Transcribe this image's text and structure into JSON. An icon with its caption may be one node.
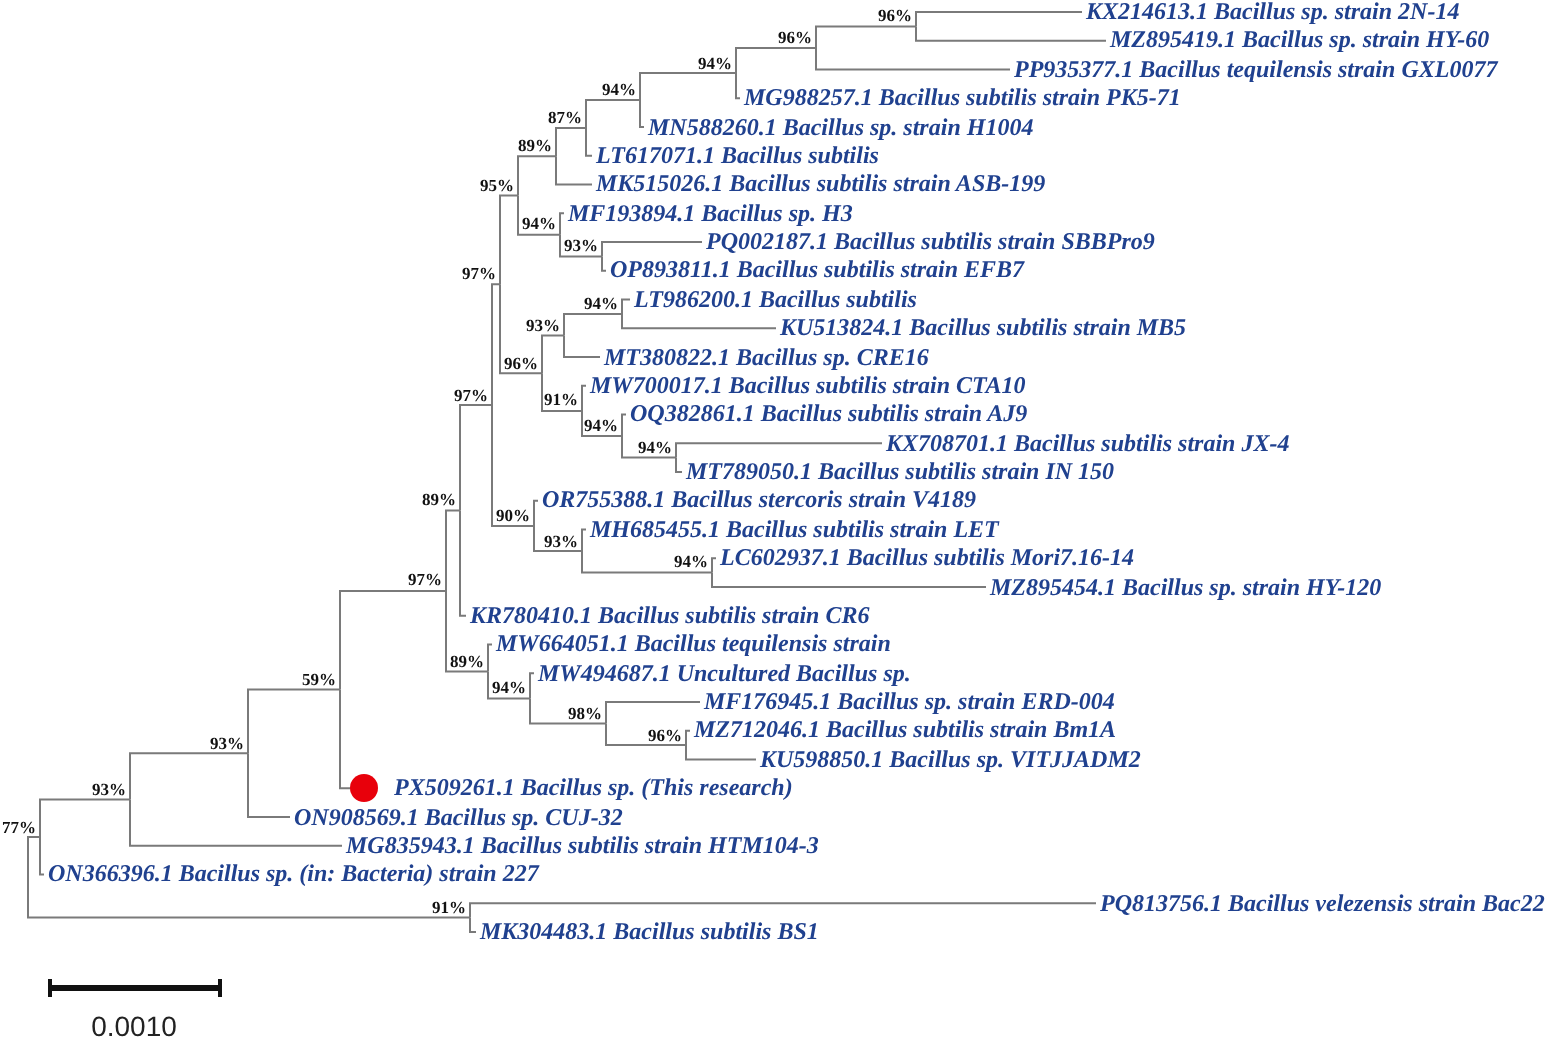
{
  "diagram": {
    "nodes": [
      {
        "text": [
          "96%"
        ]
      },
      {
        "text": [
          "KX214613.1 Bacillus sp. strain 2N-14"
        ]
      },
      {
        "text": [
          "96%"
        ]
      },
      {
        "text": [
          "MZ895419.1 Bacillus sp. strain HY-60"
        ]
      },
      {
        "text": [
          "94%"
        ]
      },
      {
        "text": [
          "PP935377.1 Bacillus tequilensis strain GXL0077"
        ]
      },
      {
        "text": [
          "94%"
        ]
      },
      {
        "text": [
          "MG988257.1 Bacillus subtilis strain PK5-71"
        ]
      },
      {
        "text": [
          "87%"
        ]
      },
      {
        "text": [
          "MN588260.1 Bacillus sp. strain H1004"
        ]
      },
      {
        "text": [
          "89%"
        ]
      },
      {
        "text": [
          "LT617071.1 Bacillus subtilis"
        ]
      },
      {
        "text": [
          "95%"
        ]
      },
      {
        "text": [
          "MK515026.1 Bacillus subtilis strain ASB-199"
        ]
      },
      {
        "text": [
          "MF193894.1 Bacillus sp. H3"
        ]
      },
      {
        "text": [
          "94%"
        ]
      },
      {
        "text": [
          "93%"
        ]
      },
      {
        "text": [
          "PQ002187.1 Bacillus subtilis strain SBBPro9"
        ]
      },
      {
        "text": [
          "97%"
        ]
      },
      {
        "text": [
          "OP893811.1 Bacillus subtilis strain EFB7"
        ]
      },
      {
        "text": [
          "94%"
        ]
      },
      {
        "text": [
          "LT986200.1 Bacillus subtilis"
        ]
      },
      {
        "text": [
          "93%"
        ]
      },
      {
        "text": [
          "KU513824.1 Bacillus subtilis strain MB5"
        ]
      },
      {
        "text": [
          "MT380822.1 Bacillus sp. CRE16"
        ]
      },
      {
        "text": [
          "96%"
        ]
      },
      {
        "text": [
          "MW700017.1 Bacillus subtilis strain CTA10"
        ]
      },
      {
        "text": [
          "97%"
        ]
      },
      {
        "text": [
          "91%"
        ]
      },
      {
        "text": [
          "OQ382861.1 Bacillus subtilis strain AJ9"
        ]
      },
      {
        "text": [
          "94%"
        ]
      },
      {
        "text": [
          "KX708701.1 Bacillus subtilis strain JX-4"
        ]
      },
      {
        "text": [
          "94%"
        ]
      },
      {
        "text": [
          "MT789050.1 Bacillus subtilis strain IN 150"
        ]
      },
      {
        "text": [
          "OR755388.1 Bacillus stercoris strain V4189"
        ]
      },
      {
        "text": [
          "89%"
        ]
      },
      {
        "text": [
          "90%"
        ]
      },
      {
        "text": [
          "MH685455.1 Bacillus subtilis strain LET"
        ]
      },
      {
        "text": [
          "93%"
        ]
      },
      {
        "text": [
          "LC602937.1 Bacillus subtilis Mori7.16-14"
        ]
      },
      {
        "text": [
          "94%"
        ]
      },
      {
        "text": [
          "97%"
        ]
      },
      {
        "text": [
          "MZ895454.1 Bacillus sp. strain HY-120"
        ]
      },
      {
        "text": [
          "KR780410.1 Bacillus subtilis strain CR6"
        ]
      },
      {
        "text": [
          "MW664051.1 Bacillus tequilensis strain"
        ]
      },
      {
        "text": [
          "89%"
        ]
      },
      {
        "text": [
          "MW494687.1 Uncultured Bacillus sp."
        ]
      },
      {
        "text": [
          "59%"
        ]
      },
      {
        "text": [
          "94%"
        ]
      },
      {
        "text": [
          "MF176945.1 Bacillus sp. strain ERD-004"
        ]
      },
      {
        "text": [
          "98%"
        ]
      },
      {
        "text": [
          "MZ712046.1 Bacillus subtilis strain Bm1A"
        ]
      },
      {
        "text": [
          "96%"
        ]
      },
      {
        "text": [
          "93%"
        ]
      },
      {
        "text": [
          "KU598850.1 Bacillus sp. VITJJADM2"
        ]
      },
      {
        "text": [],
        "shape": "circle",
        "beside": [
          "PX509261.1 Bacillus sp. (This research)"
        ]
      },
      {
        "text": [
          "93%"
        ]
      },
      {
        "text": [
          "ON908569.1 Bacillus sp. CUJ-32"
        ]
      },
      {
        "text": [
          "77%"
        ]
      },
      {
        "text": [
          "MG835943.1 Bacillus subtilis strain HTM104-3"
        ]
      },
      {
        "text": [
          "ON366396.1 Bacillus sp. (in: Bacteria) strain 227"
        ]
      },
      {
        "text": [
          "91%"
        ]
      },
      {
        "text": [
          "PQ813756.1 Bacillus velezensis strain Bac22"
        ]
      },
      {
        "text": [
          "MK304483.1 Bacillus subtilis BS1"
        ]
      }
    ],
    "edges": [
      {
        "from": 0,
        "to": 1,
        "arrow": "none"
      },
      {
        "from": 0,
        "to": 3,
        "arrow": "none"
      },
      {
        "from": 2,
        "to": 0,
        "arrow": "none"
      },
      {
        "from": 2,
        "to": 5,
        "arrow": "none"
      },
      {
        "from": 4,
        "to": 2,
        "arrow": "none"
      },
      {
        "from": 4,
        "to": 7,
        "arrow": "none"
      },
      {
        "from": 6,
        "to": 4,
        "arrow": "none"
      },
      {
        "from": 6,
        "to": 9,
        "arrow": "none"
      },
      {
        "from": 8,
        "to": 6,
        "arrow": "none"
      },
      {
        "from": 8,
        "to": 11,
        "arrow": "none"
      },
      {
        "from": 10,
        "to": 8,
        "arrow": "none"
      },
      {
        "from": 10,
        "to": 13,
        "arrow": "none"
      },
      {
        "from": 12,
        "to": 10,
        "arrow": "none"
      },
      {
        "from": 12,
        "to": 15,
        "arrow": "none"
      },
      {
        "from": 15,
        "to": 14,
        "arrow": "none"
      },
      {
        "from": 15,
        "to": 16,
        "arrow": "none"
      },
      {
        "from": 16,
        "to": 17,
        "arrow": "none"
      },
      {
        "from": 16,
        "to": 19,
        "arrow": "none"
      },
      {
        "from": 18,
        "to": 12,
        "arrow": "none"
      },
      {
        "from": 18,
        "to": 25,
        "arrow": "none"
      },
      {
        "from": 20,
        "to": 21,
        "arrow": "none"
      },
      {
        "from": 20,
        "to": 23,
        "arrow": "none"
      },
      {
        "from": 22,
        "to": 20,
        "arrow": "none"
      },
      {
        "from": 22,
        "to": 24,
        "arrow": "none"
      },
      {
        "from": 25,
        "to": 22,
        "arrow": "none"
      },
      {
        "from": 25,
        "to": 28,
        "arrow": "none"
      },
      {
        "from": 27,
        "to": 18,
        "arrow": "none"
      },
      {
        "from": 27,
        "to": 36,
        "arrow": "none"
      },
      {
        "from": 28,
        "to": 26,
        "arrow": "none"
      },
      {
        "from": 28,
        "to": 30,
        "arrow": "none"
      },
      {
        "from": 30,
        "to": 29,
        "arrow": "none"
      },
      {
        "from": 30,
        "to": 32,
        "arrow": "none"
      },
      {
        "from": 32,
        "to": 31,
        "arrow": "none"
      },
      {
        "from": 32,
        "to": 33,
        "arrow": "none"
      },
      {
        "from": 35,
        "to": 27,
        "arrow": "none"
      },
      {
        "from": 35,
        "to": 43,
        "arrow": "none"
      },
      {
        "from": 36,
        "to": 34,
        "arrow": "none"
      },
      {
        "from": 36,
        "to": 38,
        "arrow": "none"
      },
      {
        "from": 38,
        "to": 37,
        "arrow": "none"
      },
      {
        "from": 38,
        "to": 40,
        "arrow": "none"
      },
      {
        "from": 40,
        "to": 39,
        "arrow": "none"
      },
      {
        "from": 40,
        "to": 42,
        "arrow": "none"
      },
      {
        "from": 41,
        "to": 35,
        "arrow": "none"
      },
      {
        "from": 41,
        "to": 45,
        "arrow": "none"
      },
      {
        "from": 45,
        "to": 44,
        "arrow": "none"
      },
      {
        "from": 45,
        "to": 48,
        "arrow": "none"
      },
      {
        "from": 47,
        "to": 41,
        "arrow": "none"
      },
      {
        "from": 47,
        "to": 55,
        "arrow": "none"
      },
      {
        "from": 48,
        "to": 46,
        "arrow": "none"
      },
      {
        "from": 48,
        "to": 50,
        "arrow": "none"
      },
      {
        "from": 50,
        "to": 49,
        "arrow": "none"
      },
      {
        "from": 50,
        "to": 52,
        "arrow": "none"
      },
      {
        "from": 52,
        "to": 51,
        "arrow": "none"
      },
      {
        "from": 52,
        "to": 54,
        "arrow": "none"
      },
      {
        "from": 53,
        "to": 47,
        "arrow": "none"
      },
      {
        "from": 53,
        "to": 57,
        "arrow": "none"
      },
      {
        "from": 56,
        "to": 53,
        "arrow": "none"
      },
      {
        "from": 56,
        "to": 59,
        "arrow": "none"
      },
      {
        "from": 58,
        "to": 56,
        "arrow": "none"
      },
      {
        "from": 58,
        "to": 60,
        "arrow": "none"
      },
      {
        "from": 58,
        "to": 61,
        "arrow": "none"
      },
      {
        "from": 61,
        "to": 62,
        "arrow": "none"
      },
      {
        "from": 61,
        "to": 63,
        "arrow": "none"
      }
    ],
    "labels": [
      "0.0010"
    ]
  }
}
